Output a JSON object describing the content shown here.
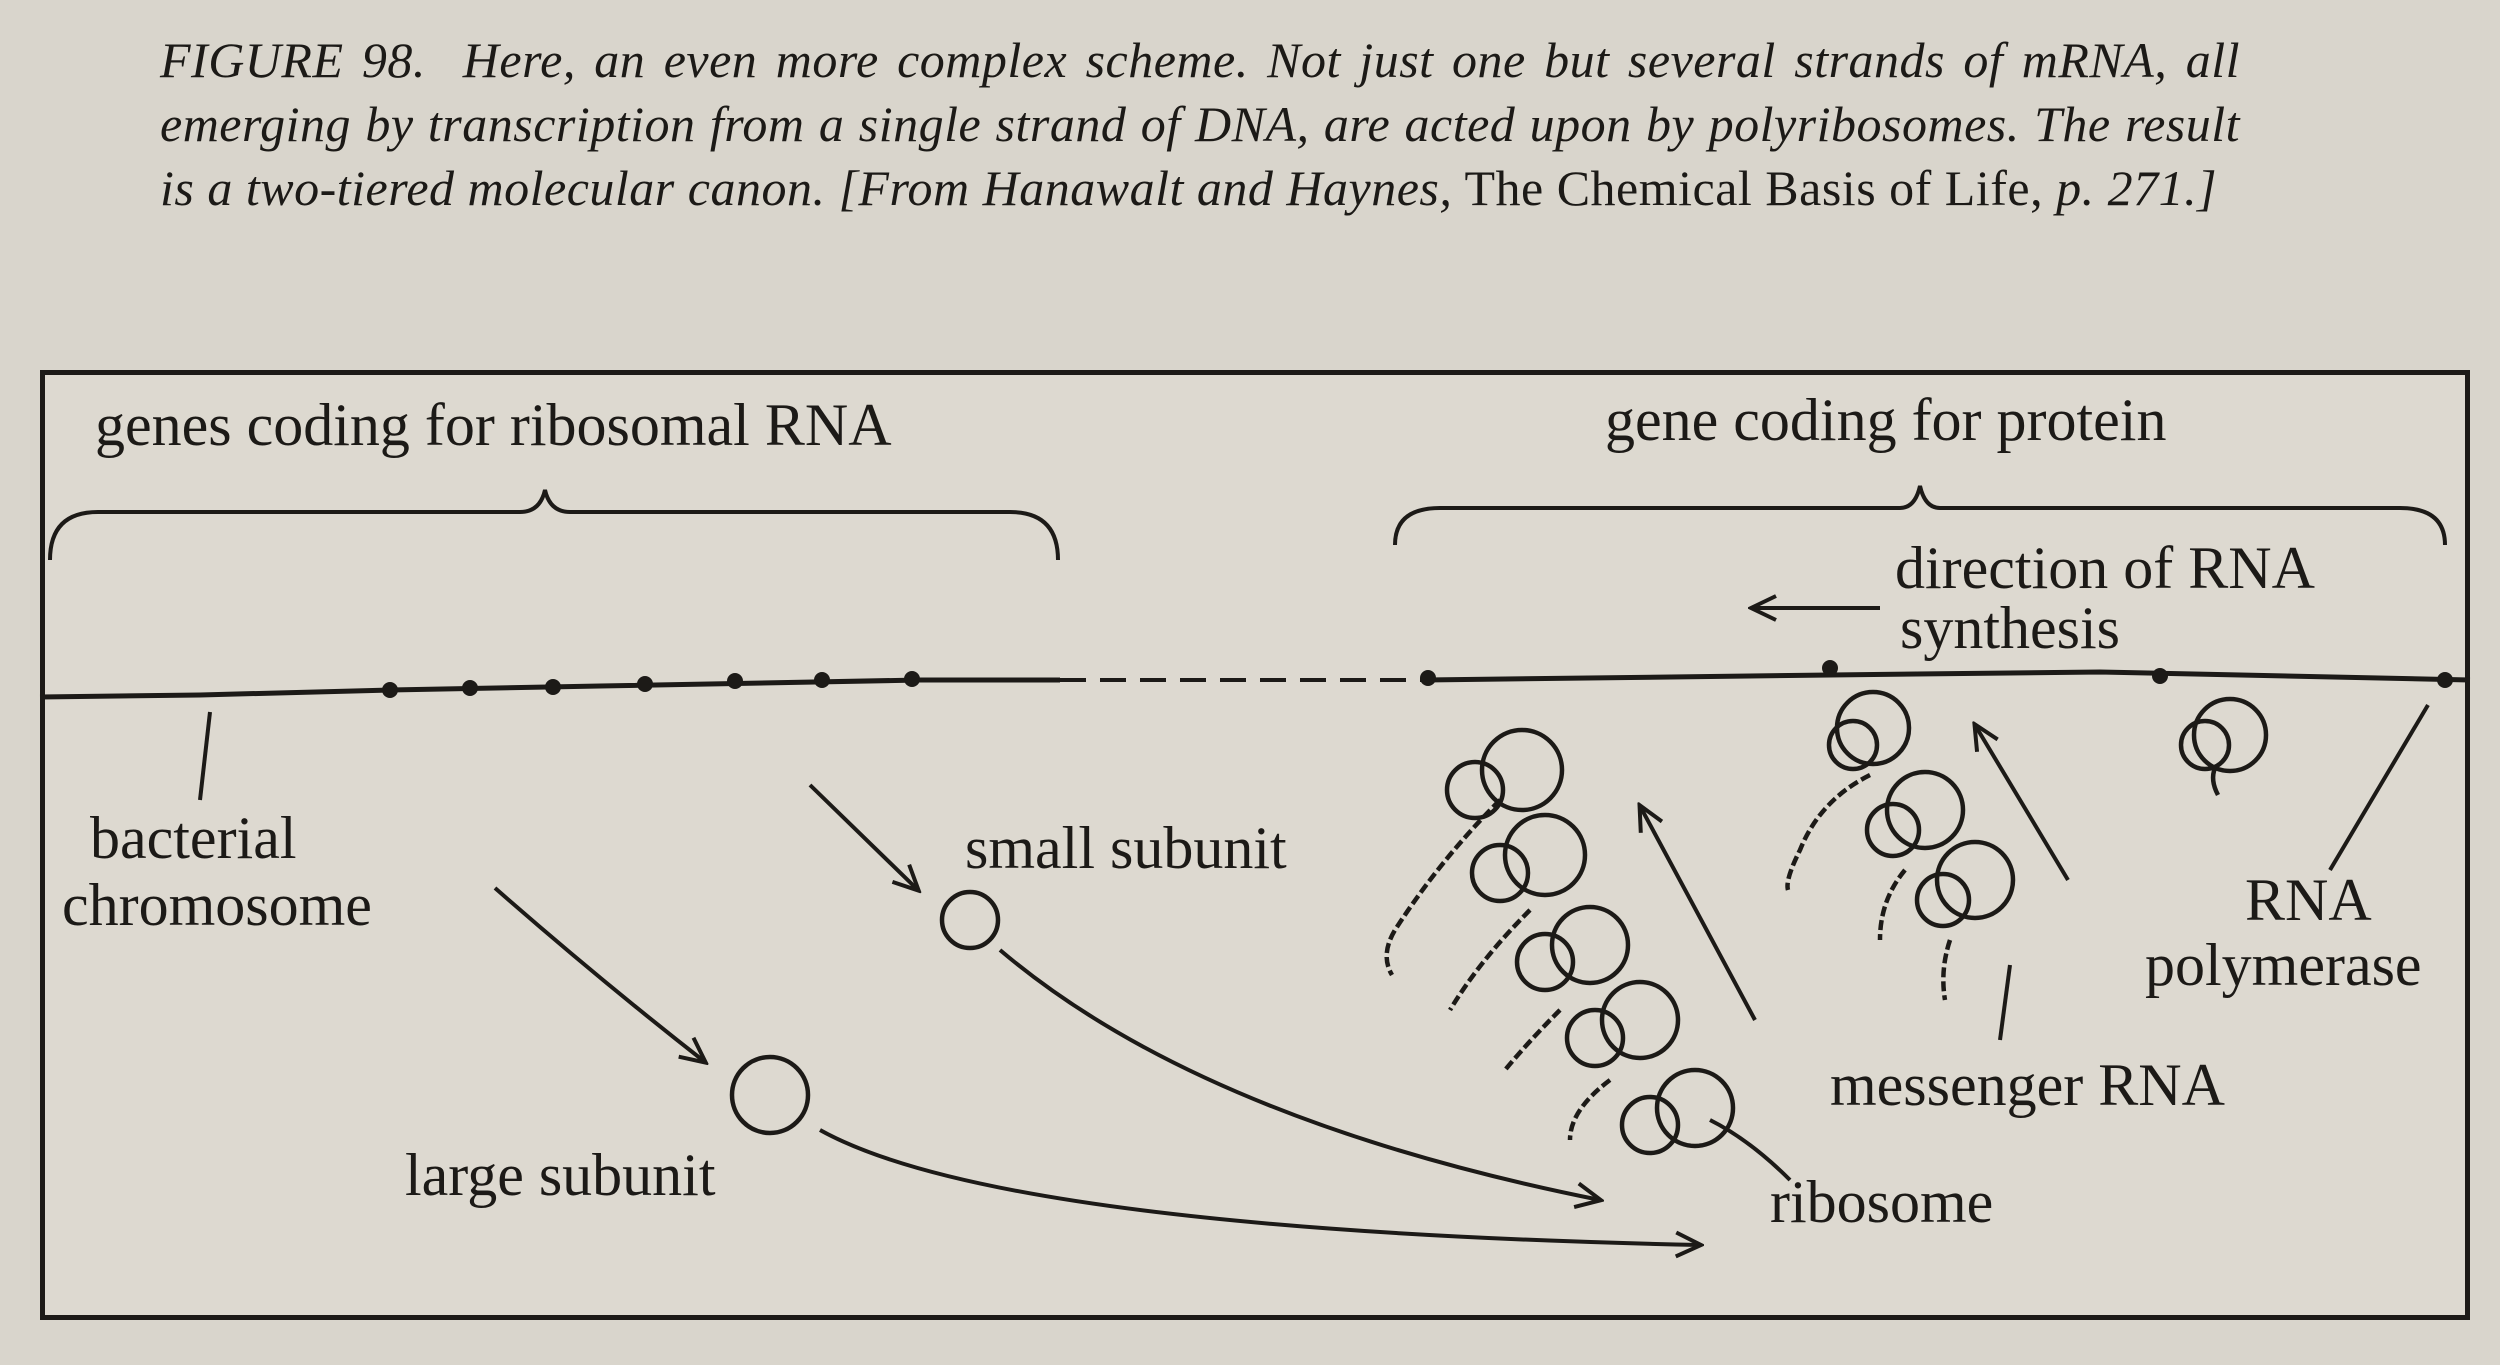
{
  "caption": {
    "figure_label": "FIGURE 98.",
    "text_italic": "Here, an even more complex scheme. Not just one but several strands of mRNA, all emerging by transcription from a single strand of DNA, are acted upon by polyribosomes. The result is a two-tiered molecular canon.",
    "source_open": "[From Hanawalt and Haynes,",
    "source_title": "The Chemical Basis of Life,",
    "source_page": "p. 271.]"
  },
  "labels": {
    "genes_ribosomal": "genes coding for ribosomal RNA",
    "gene_protein": "gene coding for protein",
    "direction_line1": "direction of RNA",
    "direction_line2": "synthesis",
    "bacterial": "bacterial",
    "chromosome": "chromosome",
    "small_subunit": "small subunit",
    "large_subunit": "large subunit",
    "rna": "RNA",
    "polymerase": "polymerase",
    "messenger_rna": "messenger RNA",
    "ribosome": "ribosome"
  }
}
